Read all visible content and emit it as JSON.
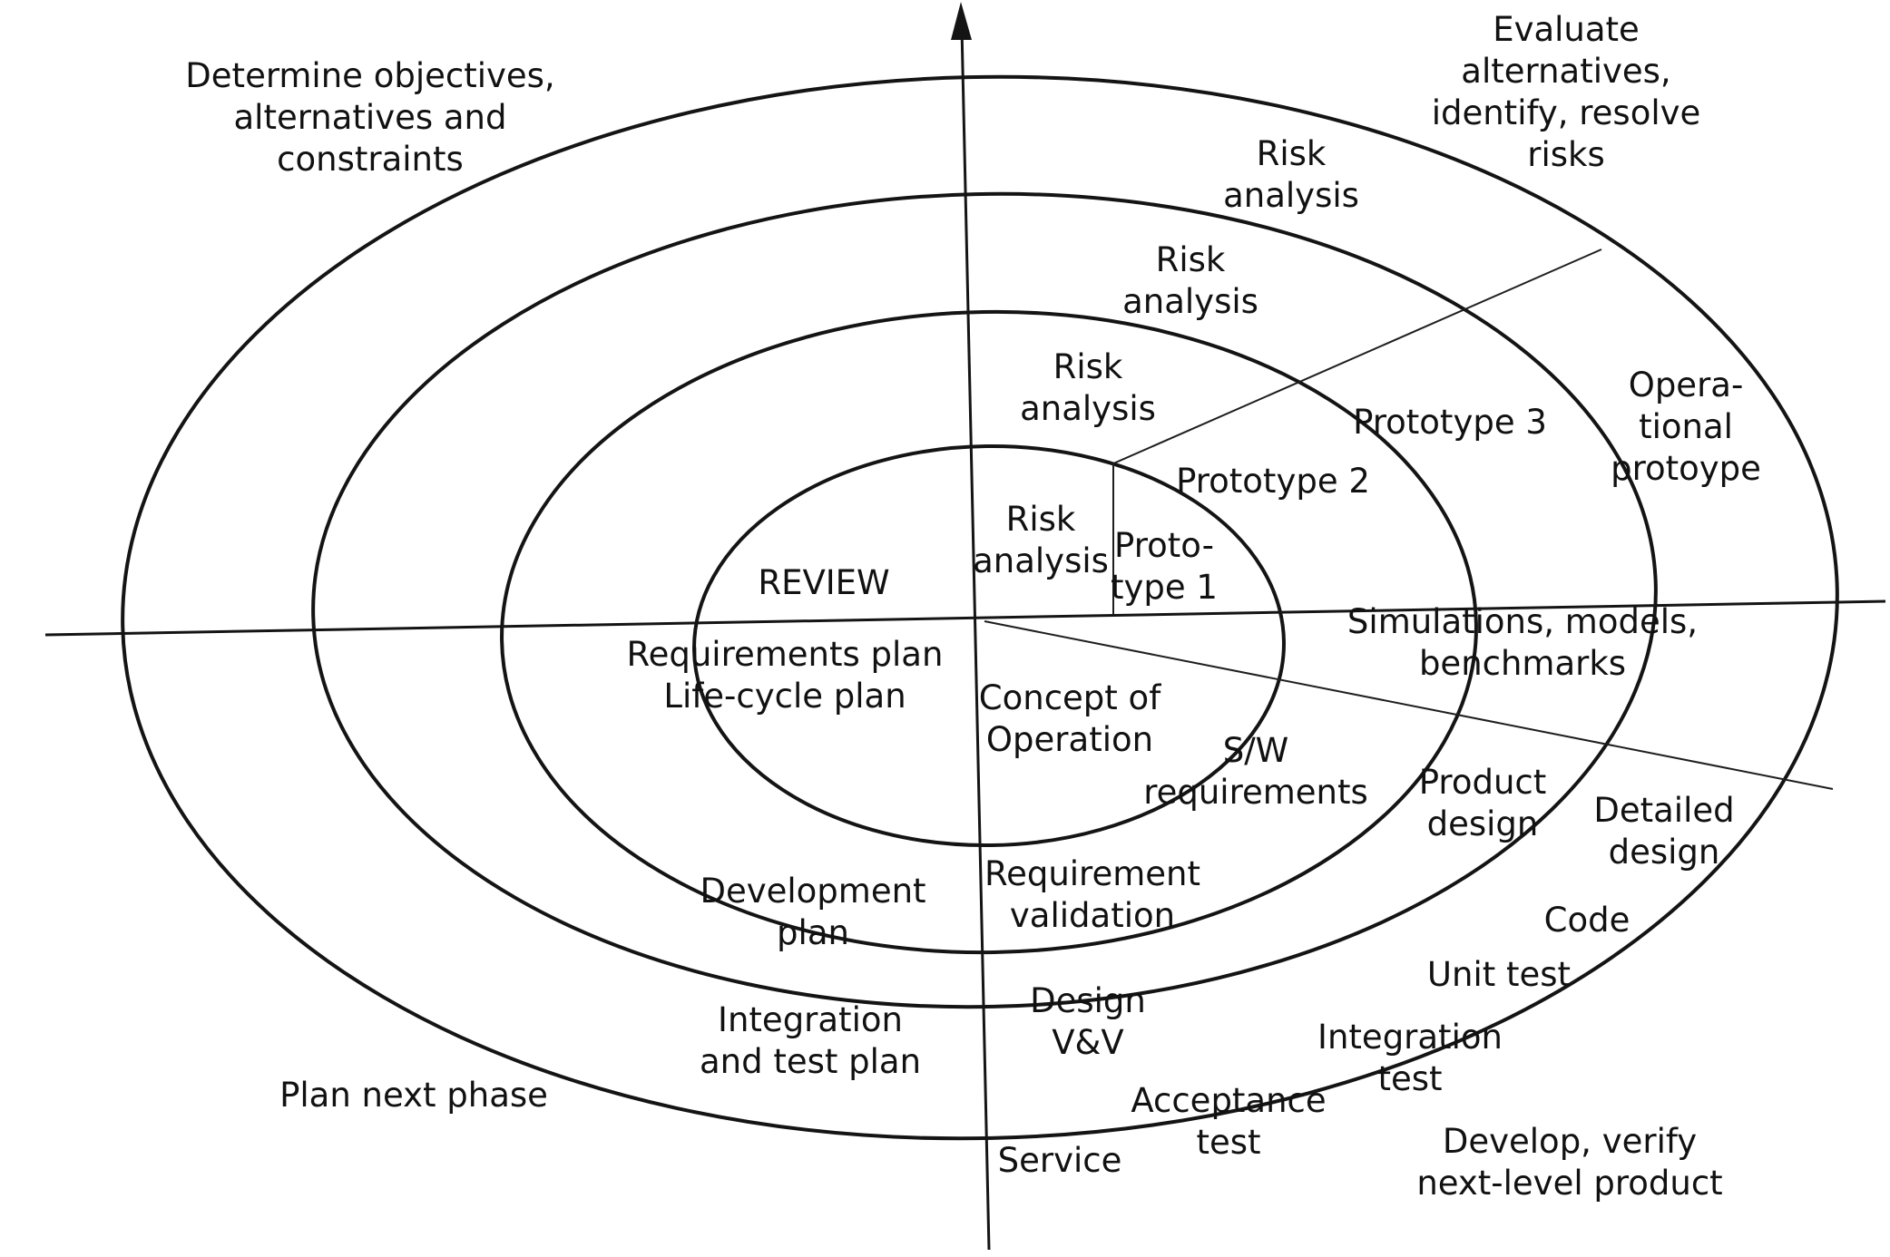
{
  "quadrants": {
    "top_left": "Determine objectives,\nalternatives and\nconstraints",
    "top_right": "Evaluate alternatives,\nidentify, resolve risks",
    "bottom_left": "Plan next phase",
    "bottom_right": "Develop, verify\nnext-level product"
  },
  "risk": {
    "outer": "Risk\nanalysis",
    "third": "Risk\nanalysis",
    "second": "Risk\nanalysis",
    "inner": "Risk\nanalysis"
  },
  "prototypes": {
    "p1": "Proto-\ntype 1",
    "p2": "Prototype 2",
    "p3": "Prototype 3",
    "operational": "Opera-\ntional\nprotoype"
  },
  "center": {
    "review": "REVIEW",
    "simulations": "Simulations, models, benchmarks"
  },
  "planning": {
    "requirements_plan": "Requirements plan\nLife-cycle plan",
    "development_plan": "Development\nplan",
    "integration_plan": "Integration\nand test plan"
  },
  "development": {
    "concept": "Concept of\nOperation",
    "sw_requirements": "S/W\nrequirements",
    "requirement_validation": "Requirement\nvalidation",
    "product_design": "Product\ndesign",
    "design_vv": "Design\nV&V",
    "detailed_design": "Detailed\ndesign",
    "code": "Code",
    "unit_test": "Unit test",
    "integration_test": "Integration\ntest",
    "acceptance_test": "Acceptance\ntest",
    "service": "Service"
  }
}
